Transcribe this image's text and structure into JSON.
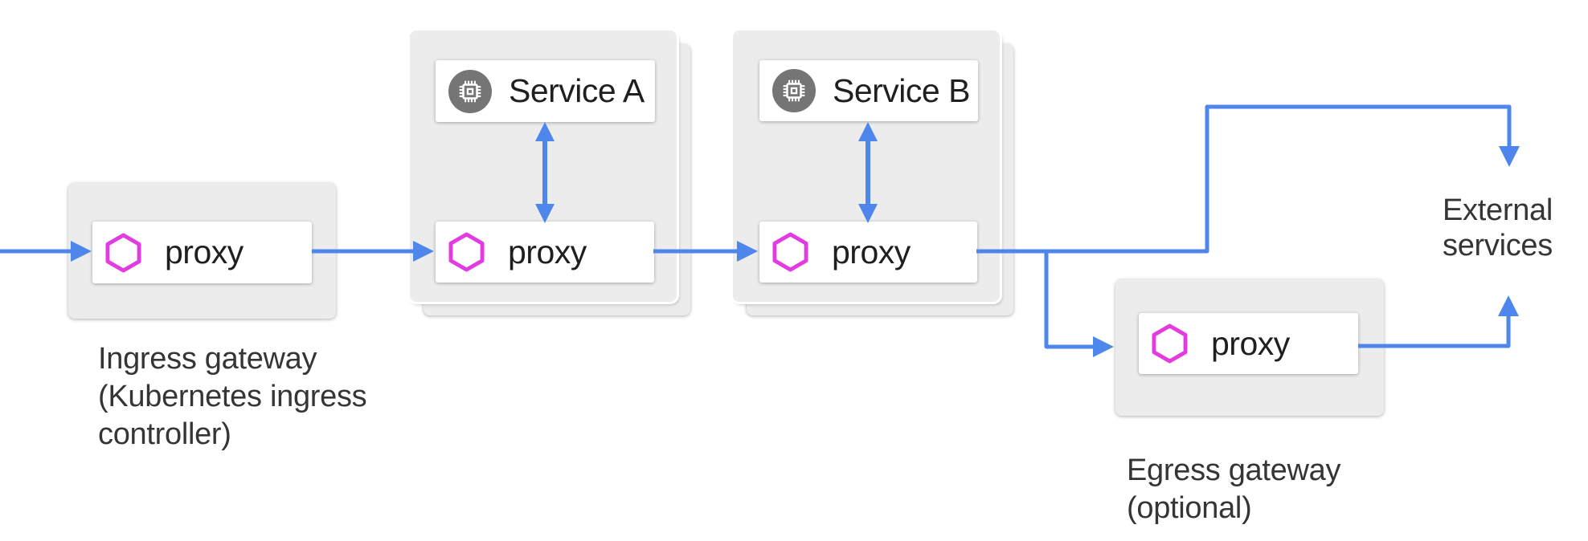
{
  "colors": {
    "arrow_blue": "#4F86EC",
    "hexagon_magenta": "#E23BE2",
    "pod_grey": "#ECECEC",
    "icon_circle_grey": "#757575",
    "caption_grey": "#353535"
  },
  "nodes": {
    "ingress_gateway": {
      "proxy_label": "proxy",
      "caption": "Ingress gateway\n(Kubernetes ingress\ncontroller)"
    },
    "service_a": {
      "title": "Service A",
      "proxy_label": "proxy"
    },
    "service_b": {
      "title": "Service B",
      "proxy_label": "proxy"
    },
    "egress_gateway": {
      "proxy_label": "proxy",
      "caption": "Egress gateway\n(optional)"
    },
    "external_services": {
      "label": "External\nservices"
    }
  },
  "icons": {
    "proxy_icon": "envoy-hexagon-icon",
    "service_icon": "microchip-icon"
  }
}
